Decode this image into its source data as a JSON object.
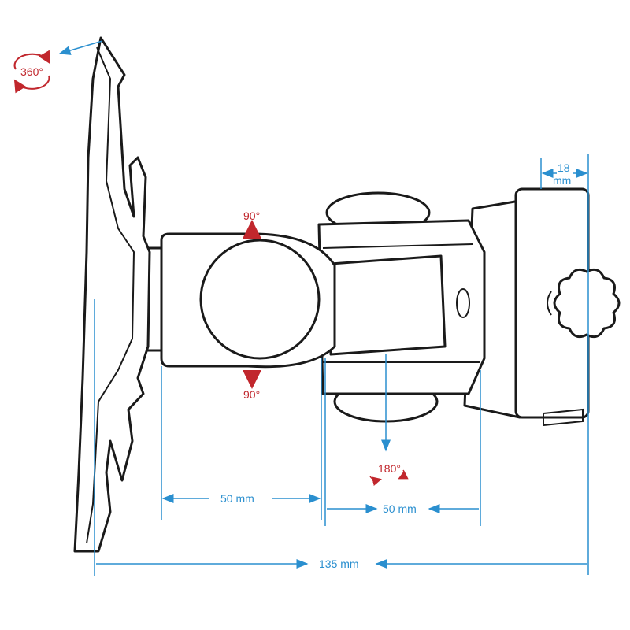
{
  "colors": {
    "dimension": "#2a8fcf",
    "rotation": "#c1272d",
    "outline": "#1a1a1a"
  },
  "rotations": {
    "plate": "360°",
    "tilt_up": "90°",
    "tilt_down": "90°",
    "swivel": "180°"
  },
  "dimensions": {
    "wall_plate_depth": "18",
    "wall_plate_depth_unit": "mm",
    "arm_segment_1": "50 mm",
    "arm_segment_2": "50 mm",
    "total_extension": "135 mm"
  }
}
